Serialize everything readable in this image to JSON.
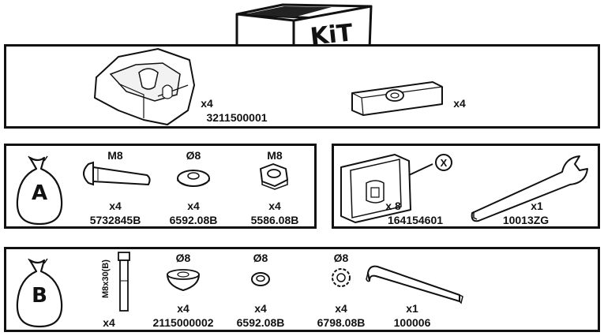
{
  "header": {
    "box_label": "KiT"
  },
  "kit_panel": {
    "items": [
      {
        "icon": "bracket-block-icon",
        "qty": "x4",
        "code": "3211500001"
      },
      {
        "icon": "slotted-plate-icon",
        "qty": "x4"
      }
    ]
  },
  "bag_a": {
    "letter": "A",
    "items": [
      {
        "icon": "carriage-bolt-icon",
        "spec": "M8",
        "qty": "x4",
        "code": "5732845B"
      },
      {
        "icon": "flat-washer-icon",
        "spec": "Ø8",
        "qty": "x4",
        "code": "6592.08B"
      },
      {
        "icon": "hex-nut-icon",
        "spec": "M8",
        "qty": "x4",
        "code": "5586.08B"
      }
    ]
  },
  "clip_panel": {
    "callout": "X",
    "items": [
      {
        "icon": "clip-icon",
        "qty": "x 8",
        "code": "164154601"
      },
      {
        "icon": "wrench-icon",
        "qty": "x1",
        "code": "10013ZG"
      }
    ]
  },
  "bag_b": {
    "letter": "B",
    "items": [
      {
        "icon": "hex-socket-bolt-icon",
        "spec": "M8x30(B)",
        "qty": "x4"
      },
      {
        "icon": "dome-washer-icon",
        "spec": "Ø8",
        "qty": "x4",
        "code": "2115000002"
      },
      {
        "icon": "spring-washer-icon",
        "spec": "Ø8",
        "qty": "x4",
        "code": "6592.08B"
      },
      {
        "icon": "toothed-washer-icon",
        "spec": "Ø8",
        "qty": "x4",
        "code": "6798.08B"
      },
      {
        "icon": "allen-key-icon",
        "qty": "x1",
        "code": "100006"
      }
    ]
  }
}
